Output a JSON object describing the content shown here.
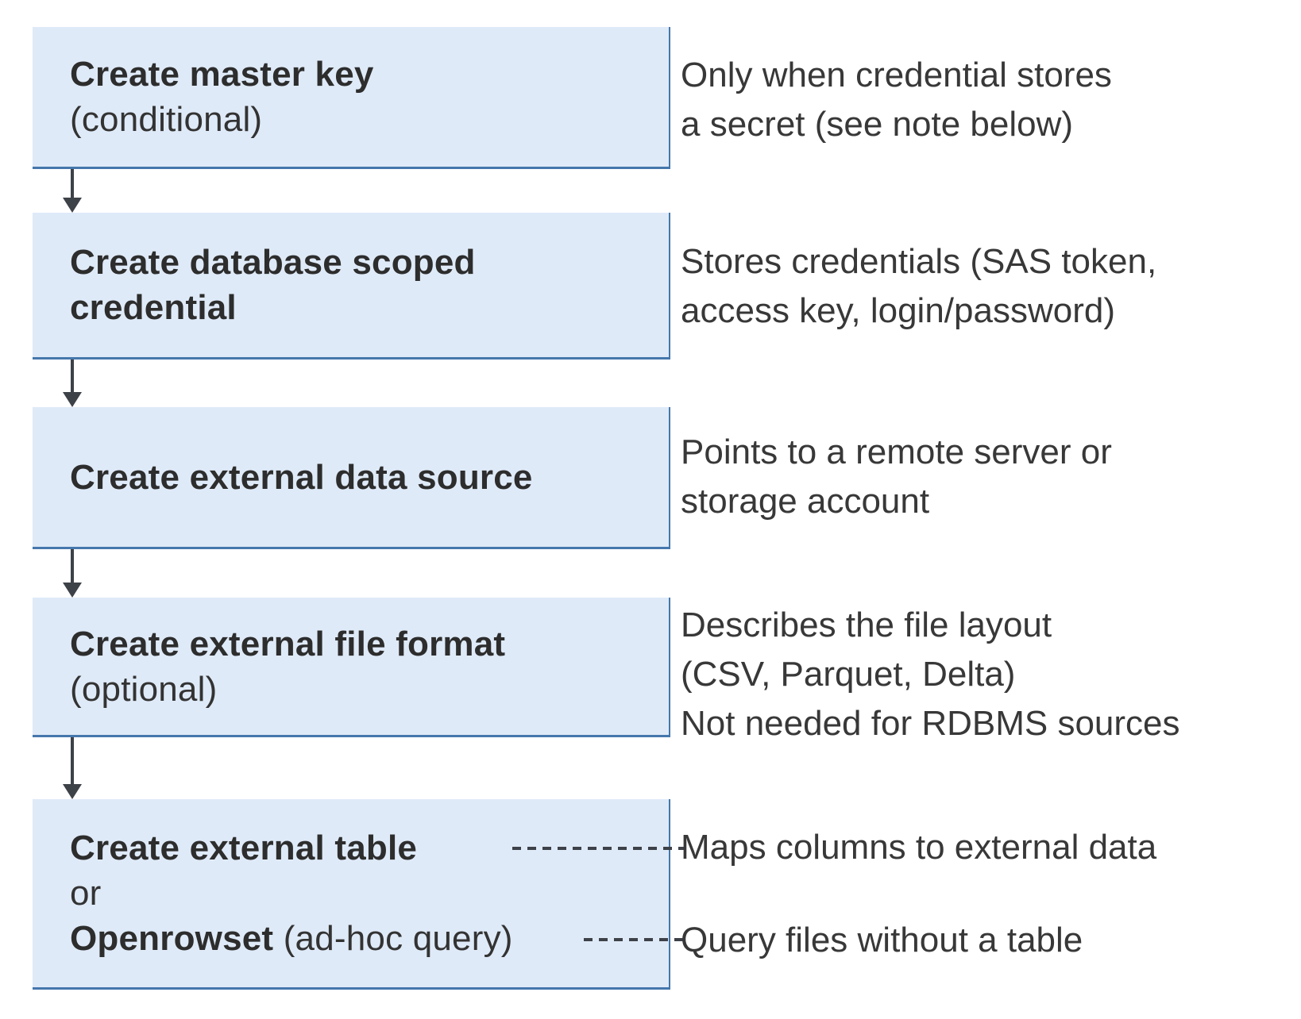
{
  "diagram": {
    "colors": {
      "box_fill": "#dfeaf8",
      "box_border": "#4577ac",
      "arrow": "#3d4148",
      "title_text": "#2d2d2d",
      "note_text": "#383838"
    },
    "steps": [
      {
        "title": "Create master key",
        "subtitle": "(conditional)",
        "note": [
          "Only when credential stores",
          "a secret (see note below)"
        ]
      },
      {
        "title": "Create database scoped credential",
        "note": [
          "Stores credentials (SAS token,",
          "access key, login/password)"
        ]
      },
      {
        "title": "Create external data source",
        "note": [
          "Points to a remote server or",
          "storage account"
        ]
      },
      {
        "title": "Create external file format",
        "subtitle": "(optional)",
        "note": [
          "Describes the file layout",
          "(CSV, Parquet, Delta)",
          "Not needed for RDBMS sources"
        ]
      },
      {
        "title": "Create external table",
        "or_label": "or",
        "alt_title": "Openrowset",
        "alt_suffix": " (ad-hoc query)",
        "note_table": "Maps columns to external data",
        "note_openrowset": "Query files without a table"
      }
    ]
  }
}
